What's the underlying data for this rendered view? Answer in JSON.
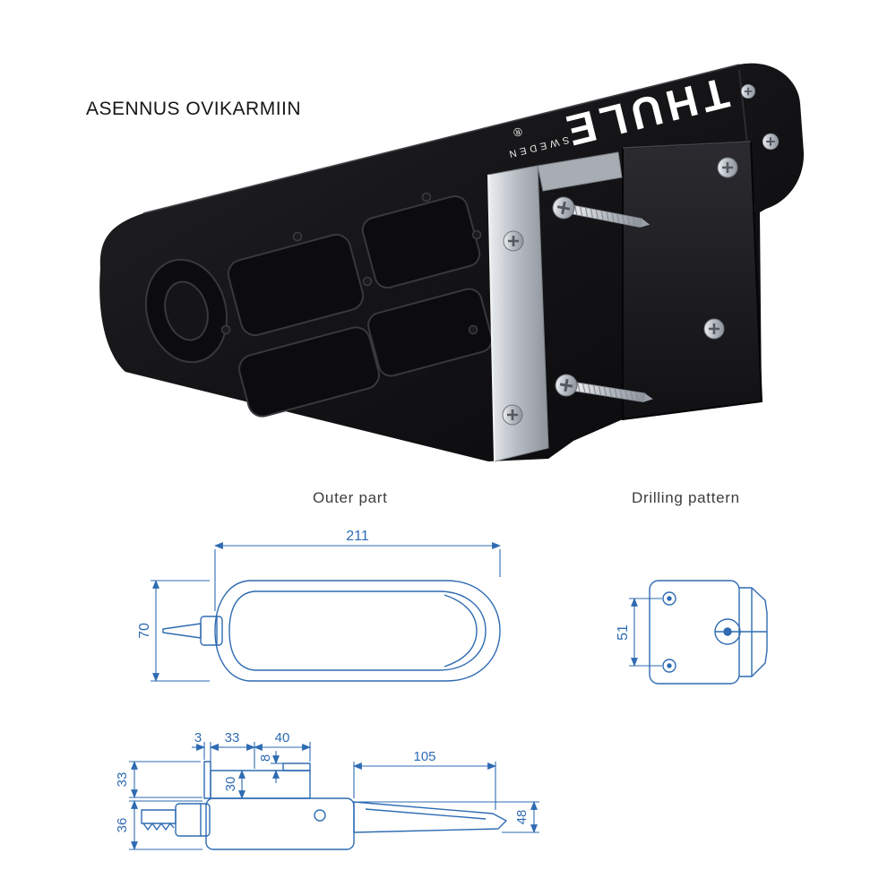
{
  "page": {
    "title": "ASENNUS OVIKARMIIN"
  },
  "photo": {
    "brand": "THULE",
    "registered_mark": "®",
    "brand_country": "SWEDEN"
  },
  "sections": {
    "outer_part": "Outer part",
    "drilling_pattern": "Drilling pattern"
  },
  "dimensions": {
    "outer_part": {
      "length": "211",
      "width": "70"
    },
    "drilling_pattern": {
      "hole_spacing": "51"
    },
    "side_view": {
      "d3": "3",
      "d33_top": "33",
      "d40": "40",
      "d105": "105",
      "d33_left": "33",
      "d36": "36",
      "d30": "30",
      "d8": "8",
      "d48": "48"
    }
  },
  "colors": {
    "drawing_blue": "#2e6bb2",
    "body_black": "#121214",
    "metal_silver": "#c3c8ce"
  }
}
